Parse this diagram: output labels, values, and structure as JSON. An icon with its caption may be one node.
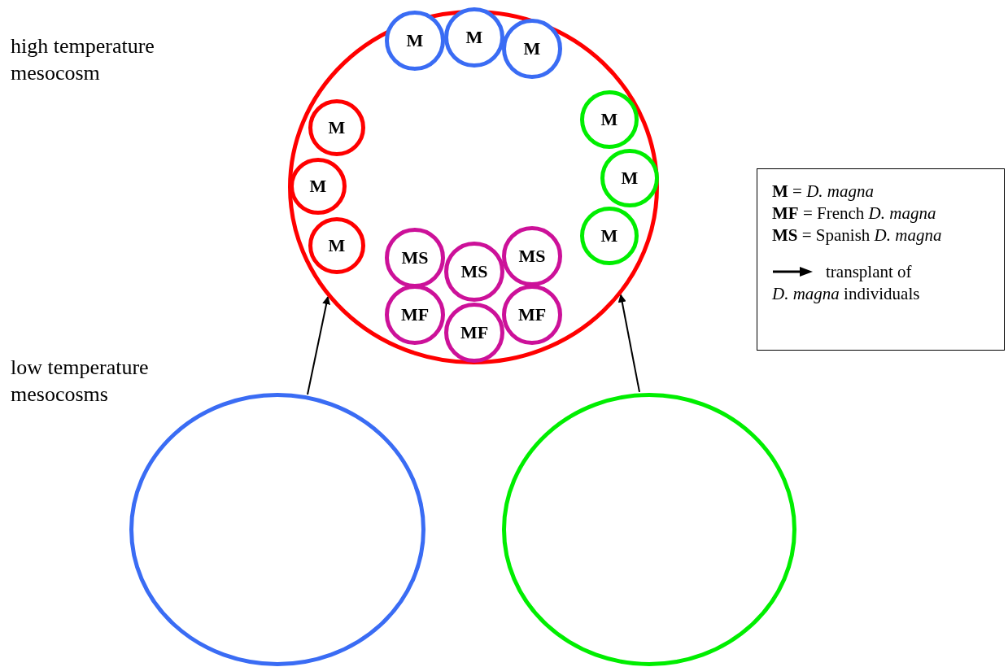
{
  "diagram": {
    "nodes": [
      {
        "text": [],
        "shape": "circle"
      },
      {
        "text": [
          "M"
        ],
        "in": 0
      },
      {
        "text": [
          "M"
        ],
        "in": 0
      },
      {
        "text": [
          "M"
        ],
        "in": 0
      },
      {
        "text": [
          "M"
        ],
        "in": 0
      },
      {
        "text": [
          "M"
        ],
        "in": 0
      },
      {
        "text": [
          "M"
        ],
        "in": 0
      },
      {
        "text": [
          "M"
        ],
        "in": 0
      },
      {
        "text": [
          "M"
        ],
        "in": 0
      },
      {
        "text": [
          "M"
        ],
        "in": 0
      },
      {
        "text": [
          "MS"
        ],
        "in": 0
      },
      {
        "text": [
          "MS"
        ],
        "in": 0
      },
      {
        "text": [
          "MS"
        ],
        "in": 0
      },
      {
        "text": [
          "MF"
        ],
        "in": 0
      },
      {
        "text": [
          "MF"
        ],
        "in": 0
      },
      {
        "text": [
          "MF"
        ],
        "in": 0
      },
      {
        "text": [],
        "shape": "circle"
      },
      {
        "text": [],
        "shape": "circle"
      }
    ],
    "edges": [
      {
        "from": 16,
        "to": 0,
        "arrow": "to"
      },
      {
        "from": 17,
        "to": 0,
        "arrow": "to"
      }
    ],
    "labels": [
      "high temperature mesocosm",
      "low temperature mesocosms"
    ],
    "legend": [
      {
        "text": "**M** = *D. magna*"
      },
      {
        "text": "**MF** = French *D. magna*"
      },
      {
        "text": "**MS** = Spanish *D. magna*"
      },
      {
        "text": "transplant of *D. magna* individuals"
      }
    ]
  }
}
